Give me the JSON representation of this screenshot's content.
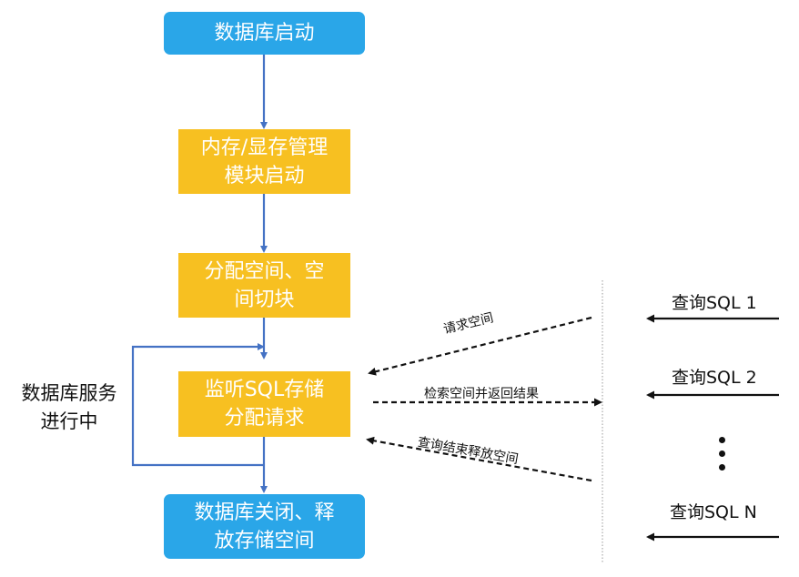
{
  "flow": {
    "start": "数据库启动",
    "memory_mgmt": [
      "内存/显存管理",
      "模块启动"
    ],
    "allocate": [
      "分配空间、空",
      "间切块"
    ],
    "listen": [
      "监听SQL存储",
      "分配请求"
    ],
    "end": [
      "数据库关闭、释",
      "放存储空间"
    ]
  },
  "loop_label": [
    "数据库服务",
    "进行中"
  ],
  "arrows": {
    "request_space": "请求空间",
    "retrieve_space": "检索空间并返回结果",
    "release_space": "查询结束释放空间"
  },
  "queries": [
    "查询SQL 1",
    "查询SQL 2",
    "查询SQL N"
  ],
  "colors": {
    "blue": "#2aa6e8",
    "yellow": "#f7c021",
    "line": "#4472c4"
  }
}
